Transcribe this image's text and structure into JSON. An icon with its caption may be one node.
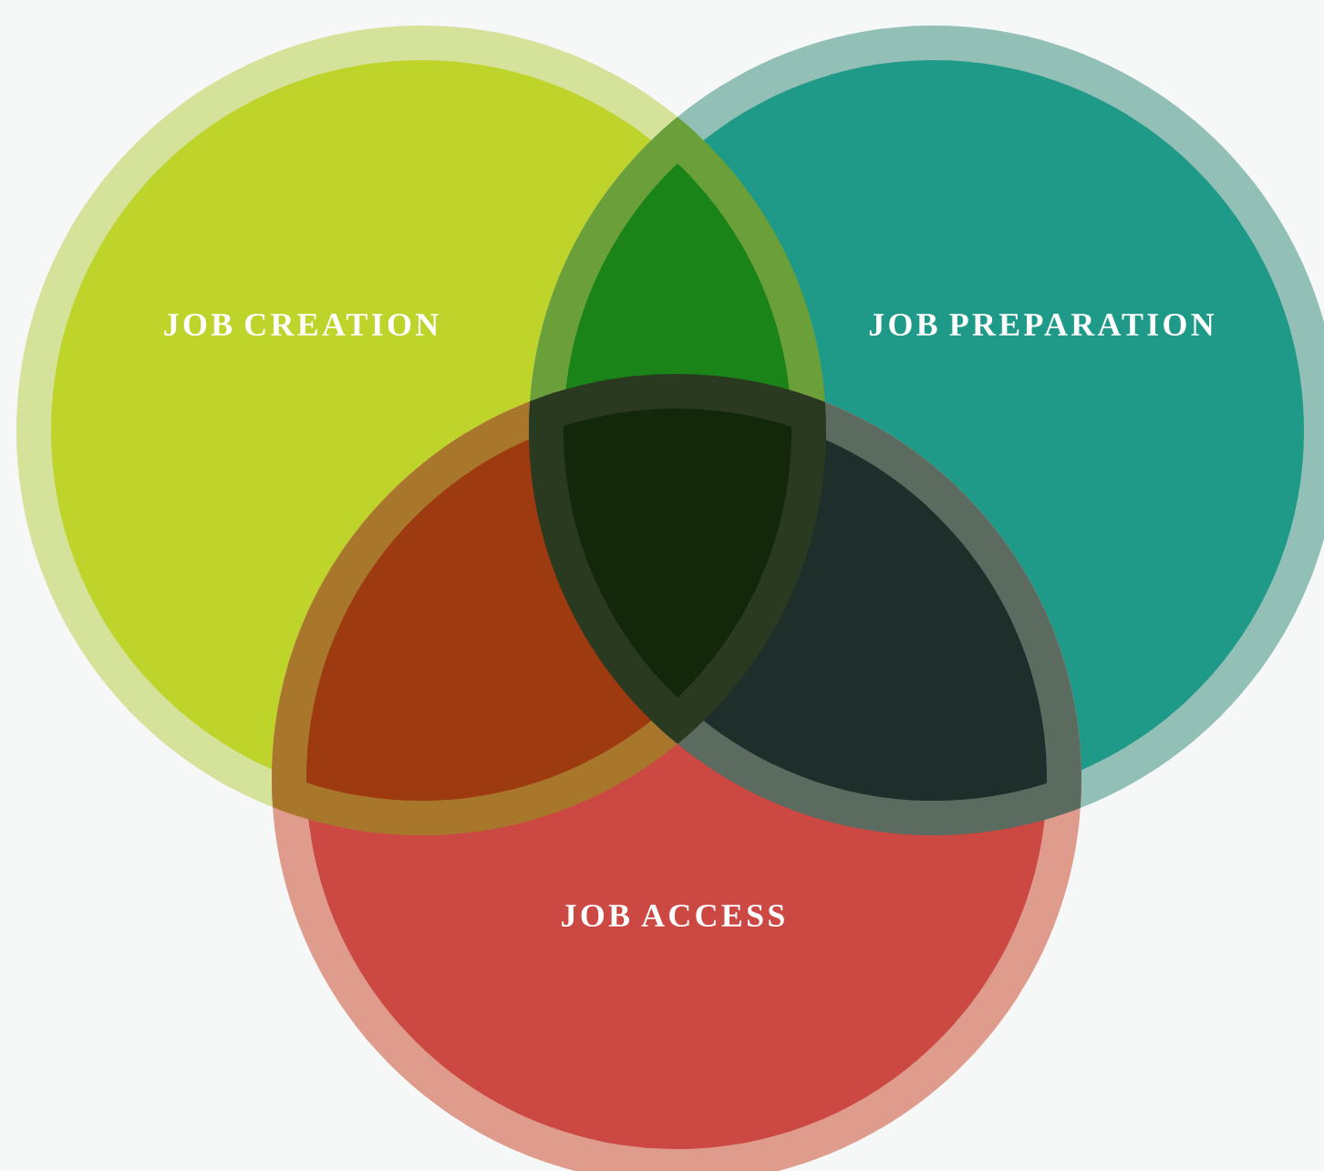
{
  "diagram": {
    "nodes": [
      {
        "text": [
          "JOB CREATION"
        ]
      },
      {
        "text": [
          "JOB PREPARATION"
        ]
      },
      {
        "text": [
          "JOB ACCESS"
        ]
      }
    ]
  }
}
